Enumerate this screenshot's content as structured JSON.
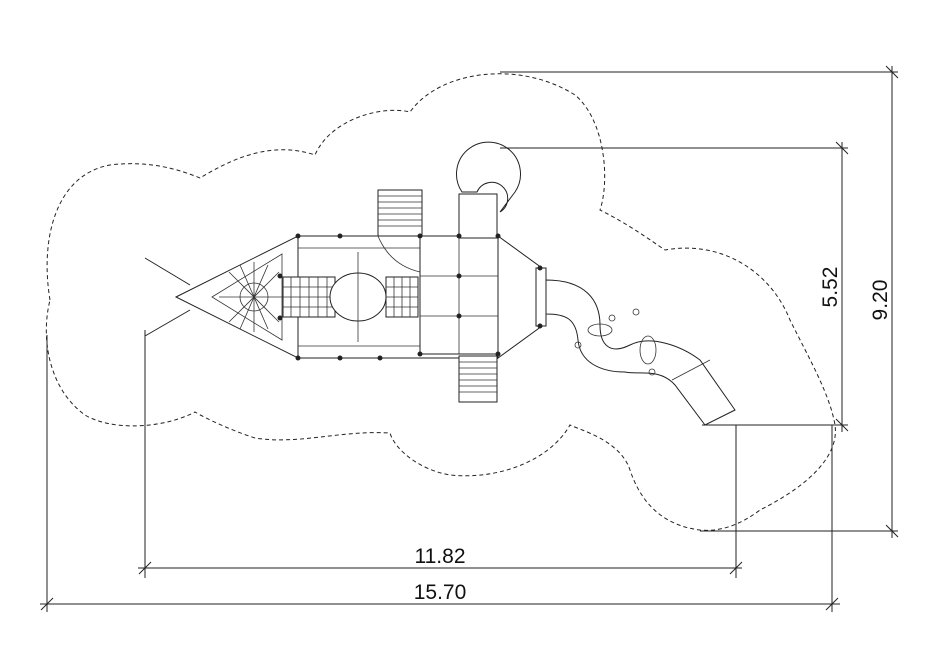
{
  "dimensions": {
    "length_structure": "11.82",
    "length_total": "15.70",
    "width_structure": "5.52",
    "width_total": "9.20"
  },
  "colors": {
    "line": "#222222",
    "background": "#ffffff"
  }
}
